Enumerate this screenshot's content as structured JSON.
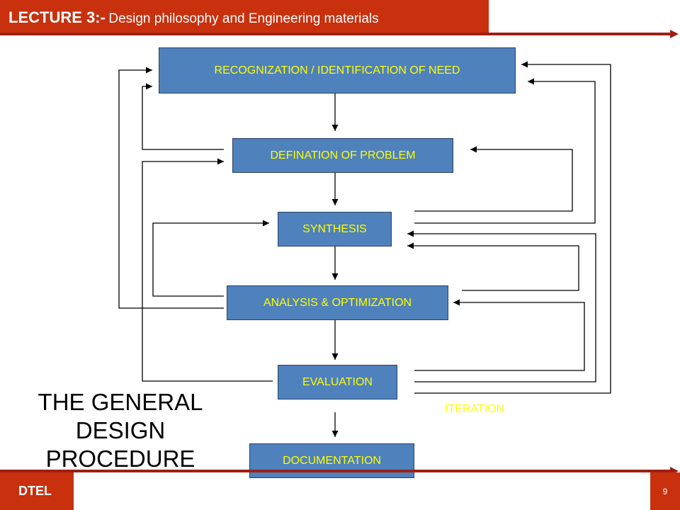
{
  "header": {
    "lecture_label": "LECTURE 3:-",
    "subtitle": "Design philosophy and Engineering materials"
  },
  "diagram": {
    "steps": [
      "RECOGNIZATION / IDENTIFICATION OF NEED",
      "DEFINATION OF PROBLEM",
      "SYNTHESIS",
      "ANALYSIS & OPTIMIZATION",
      "EVALUATION",
      "DOCUMENTATION"
    ],
    "iteration_label": "ITERATION",
    "title": "THE GENERAL DESIGN PROCEDURE",
    "colors": {
      "box_fill": "#4f81bd",
      "box_text": "#ffff00",
      "accent": "#c8300e"
    }
  },
  "footer": {
    "brand": "DTEL",
    "page_number": "9"
  }
}
